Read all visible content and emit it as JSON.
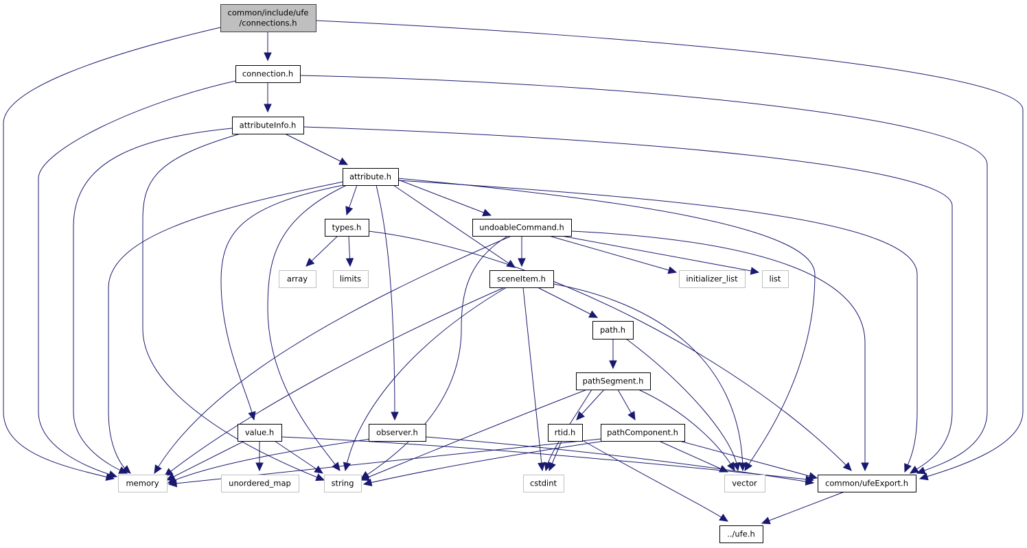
{
  "diagram": {
    "type": "include-dependency-graph",
    "root": "common/include/ufe/connections.h",
    "colors": {
      "edge": "#191970",
      "root_fill": "#bfbfbf",
      "node_border": "#000000",
      "external_border": "#bfbfbf"
    },
    "nodes": {
      "connections": {
        "lines": [
          "common/include/ufe",
          "/connections.h"
        ],
        "kind": "root"
      },
      "connection": {
        "lines": [
          "connection.h"
        ],
        "kind": "file"
      },
      "attributeInfo": {
        "lines": [
          "attributeInfo.h"
        ],
        "kind": "file"
      },
      "attribute": {
        "lines": [
          "attribute.h"
        ],
        "kind": "file"
      },
      "types": {
        "lines": [
          "types.h"
        ],
        "kind": "file"
      },
      "undoableCommand": {
        "lines": [
          "undoableCommand.h"
        ],
        "kind": "file"
      },
      "array": {
        "lines": [
          "array"
        ],
        "kind": "external"
      },
      "limits": {
        "lines": [
          "limits"
        ],
        "kind": "external"
      },
      "sceneItem": {
        "lines": [
          "sceneItem.h"
        ],
        "kind": "file"
      },
      "initializer_list": {
        "lines": [
          "initializer_list"
        ],
        "kind": "external"
      },
      "list": {
        "lines": [
          "list"
        ],
        "kind": "external"
      },
      "path": {
        "lines": [
          "path.h"
        ],
        "kind": "file"
      },
      "pathSegment": {
        "lines": [
          "pathSegment.h"
        ],
        "kind": "file"
      },
      "value": {
        "lines": [
          "value.h"
        ],
        "kind": "file"
      },
      "observer": {
        "lines": [
          "observer.h"
        ],
        "kind": "file"
      },
      "rtid": {
        "lines": [
          "rtid.h"
        ],
        "kind": "file"
      },
      "pathComponent": {
        "lines": [
          "pathComponent.h"
        ],
        "kind": "file"
      },
      "memory": {
        "lines": [
          "memory"
        ],
        "kind": "external"
      },
      "unordered_map": {
        "lines": [
          "unordered_map"
        ],
        "kind": "external"
      },
      "string": {
        "lines": [
          "string"
        ],
        "kind": "external"
      },
      "cstdint": {
        "lines": [
          "cstdint"
        ],
        "kind": "external"
      },
      "vector": {
        "lines": [
          "vector"
        ],
        "kind": "external"
      },
      "ufeExport": {
        "lines": [
          "common/ufeExport.h"
        ],
        "kind": "file"
      },
      "ufe": {
        "lines": [
          "../ufe.h"
        ],
        "kind": "file"
      }
    },
    "edges": [
      [
        "connections",
        "connection"
      ],
      [
        "connections",
        "memory"
      ],
      [
        "connections",
        "ufeExport"
      ],
      [
        "connection",
        "attributeInfo"
      ],
      [
        "connection",
        "memory"
      ],
      [
        "connection",
        "ufeExport"
      ],
      [
        "attributeInfo",
        "attribute"
      ],
      [
        "attributeInfo",
        "memory"
      ],
      [
        "attributeInfo",
        "string"
      ],
      [
        "attributeInfo",
        "ufeExport"
      ],
      [
        "attribute",
        "types"
      ],
      [
        "attribute",
        "undoableCommand"
      ],
      [
        "attribute",
        "sceneItem"
      ],
      [
        "attribute",
        "value"
      ],
      [
        "attribute",
        "observer"
      ],
      [
        "attribute",
        "memory"
      ],
      [
        "attribute",
        "string"
      ],
      [
        "attribute",
        "vector"
      ],
      [
        "attribute",
        "ufeExport"
      ],
      [
        "types",
        "array"
      ],
      [
        "types",
        "limits"
      ],
      [
        "types",
        "ufeExport"
      ],
      [
        "undoableCommand",
        "sceneItem"
      ],
      [
        "undoableCommand",
        "initializer_list"
      ],
      [
        "undoableCommand",
        "list"
      ],
      [
        "undoableCommand",
        "memory"
      ],
      [
        "undoableCommand",
        "string"
      ],
      [
        "undoableCommand",
        "ufeExport"
      ],
      [
        "sceneItem",
        "path"
      ],
      [
        "sceneItem",
        "cstdint"
      ],
      [
        "sceneItem",
        "memory"
      ],
      [
        "sceneItem",
        "string"
      ],
      [
        "sceneItem",
        "vector"
      ],
      [
        "path",
        "pathSegment"
      ],
      [
        "path",
        "vector"
      ],
      [
        "pathSegment",
        "rtid"
      ],
      [
        "pathSegment",
        "pathComponent"
      ],
      [
        "pathSegment",
        "cstdint"
      ],
      [
        "pathSegment",
        "string"
      ],
      [
        "pathSegment",
        "vector"
      ],
      [
        "value",
        "memory"
      ],
      [
        "value",
        "unordered_map"
      ],
      [
        "value",
        "string"
      ],
      [
        "value",
        "ufeExport"
      ],
      [
        "observer",
        "memory"
      ],
      [
        "observer",
        "ufeExport"
      ],
      [
        "rtid",
        "cstdint"
      ],
      [
        "rtid",
        "ufe"
      ],
      [
        "pathComponent",
        "memory"
      ],
      [
        "pathComponent",
        "string"
      ],
      [
        "pathComponent",
        "vector"
      ],
      [
        "pathComponent",
        "ufeExport"
      ],
      [
        "ufeExport",
        "ufe"
      ]
    ]
  }
}
